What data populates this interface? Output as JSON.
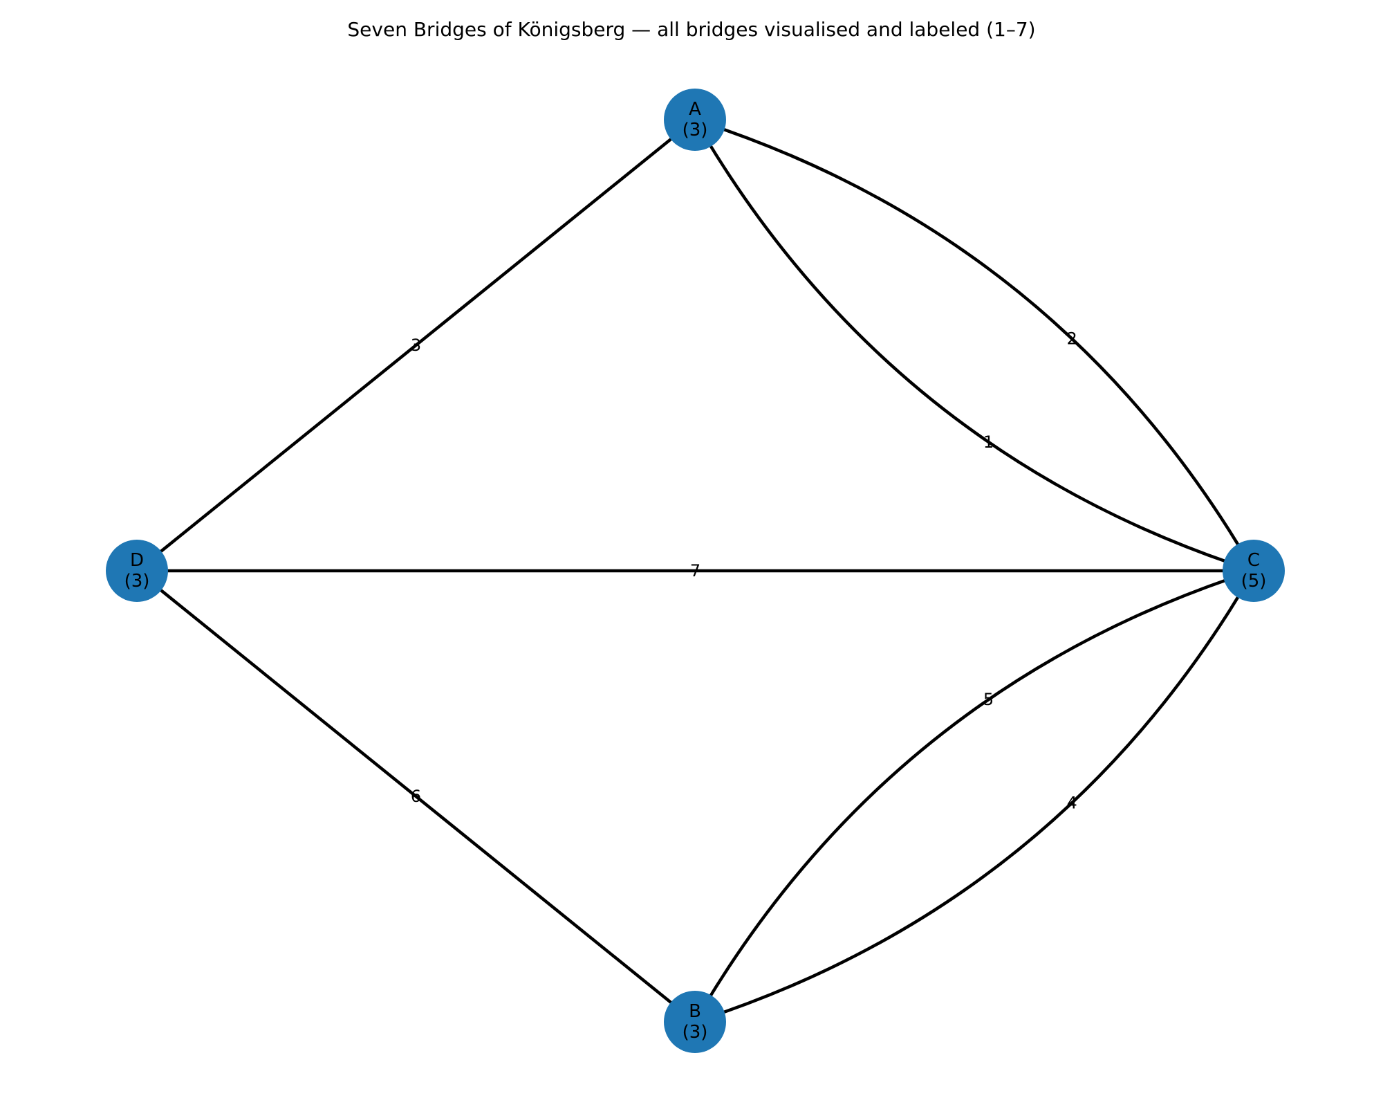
{
  "title": "Seven Bridges of Königsberg — all bridges visualised and labeled (1–7)",
  "colors": {
    "node_fill": "#1f77b4",
    "edge_stroke": "#000000",
    "background": "#ffffff"
  },
  "nodes": [
    {
      "id": "A",
      "label": "A",
      "degree_label": "(3)"
    },
    {
      "id": "B",
      "label": "B",
      "degree_label": "(3)"
    },
    {
      "id": "C",
      "label": "C",
      "degree_label": "(5)"
    },
    {
      "id": "D",
      "label": "D",
      "degree_label": "(3)"
    }
  ],
  "edges": [
    {
      "label": "1",
      "from": "A",
      "to": "C"
    },
    {
      "label": "2",
      "from": "A",
      "to": "C"
    },
    {
      "label": "3",
      "from": "A",
      "to": "D"
    },
    {
      "label": "4",
      "from": "B",
      "to": "C"
    },
    {
      "label": "5",
      "from": "B",
      "to": "C"
    },
    {
      "label": "6",
      "from": "B",
      "to": "D"
    },
    {
      "label": "7",
      "from": "C",
      "to": "D"
    }
  ]
}
